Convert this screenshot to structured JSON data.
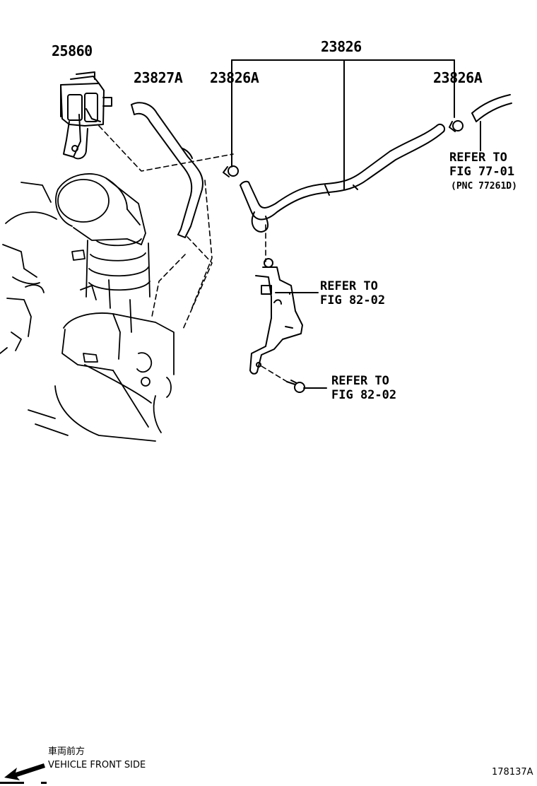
{
  "part_labels": {
    "p25860": "25860",
    "p23827a": "23827A",
    "p23826a_left": "23826A",
    "p23826": "23826",
    "p23826a_right": "23826A"
  },
  "refs": {
    "ref_77": {
      "line1": "REFER TO",
      "line2": "FIG 77-01",
      "line3": "(PNC 77261D)"
    },
    "ref_82_bracket": {
      "line1": "REFER TO",
      "line2": "FIG 82-02"
    },
    "ref_82_bolt": {
      "line1": "REFER TO",
      "line2": "FIG 82-02"
    }
  },
  "footer": {
    "direction_jp": "車両前方",
    "direction_en": "VEHICLE FRONT SIDE",
    "figure_code": "178137A"
  }
}
